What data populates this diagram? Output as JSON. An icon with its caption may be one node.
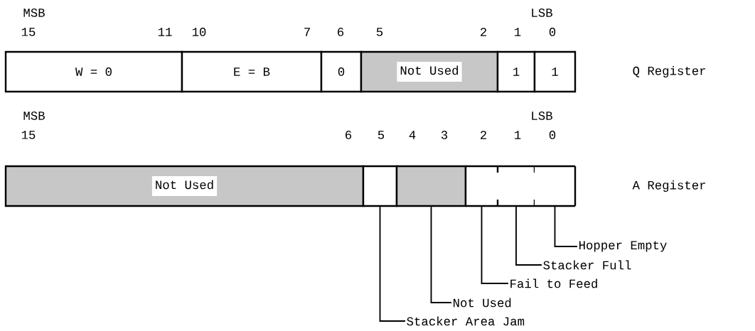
{
  "diagram": {
    "nodes": [
      {
        "text": [
          "W = 0"
        ]
      },
      {
        "text": [
          "E = B"
        ]
      },
      {
        "text": [
          "0"
        ]
      },
      {
        "text": [
          "Not Used"
        ]
      },
      {
        "text": [
          "1"
        ]
      },
      {
        "text": [
          "1"
        ]
      },
      {
        "text": [
          "Not Used"
        ]
      },
      {
        "text": [],
        "shape": "box"
      },
      {
        "text": [],
        "shape": "box"
      },
      {
        "text": [],
        "shape": "box"
      },
      {
        "text": [],
        "shape": "box"
      },
      {
        "text": [],
        "shape": "box"
      },
      {
        "text": [
          "Hopper Empty"
        ]
      },
      {
        "text": [
          "Stacker Full"
        ]
      },
      {
        "text": [
          "Fail to Feed"
        ]
      },
      {
        "text": [
          "Not Used"
        ]
      },
      {
        "text": [
          "Stacker Area Jam"
        ]
      }
    ],
    "edges": [
      {
        "from": 12,
        "to": 11,
        "arrow": "none"
      },
      {
        "from": 13,
        "to": 10,
        "arrow": "none"
      },
      {
        "from": 14,
        "to": 9,
        "arrow": "none"
      },
      {
        "from": 15,
        "to": 8,
        "arrow": "none"
      },
      {
        "from": 16,
        "to": 7,
        "arrow": "none"
      }
    ],
    "labels": [
      "MSB",
      "LSB",
      "15",
      "11",
      "10",
      "7",
      "6",
      "5",
      "2",
      "1",
      "0",
      "Q Register",
      "MSB",
      "LSB",
      "15",
      "6",
      "5",
      "4",
      "3",
      "2",
      "1",
      "0",
      "A Register"
    ]
  }
}
